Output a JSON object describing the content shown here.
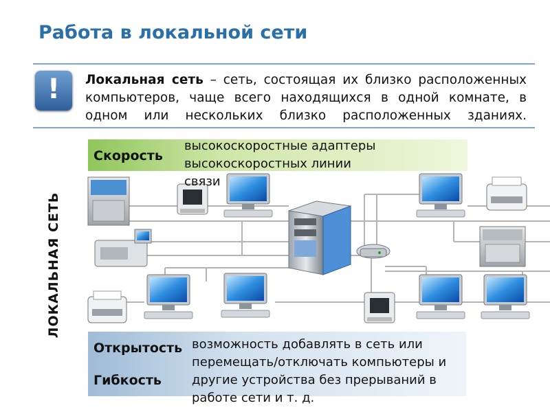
{
  "slide": {
    "title": "Работа в локальной сети",
    "info_icon_glyph": "!",
    "definition": {
      "term": "Локальная сеть",
      "text": " – сеть, состоящая их близко расположенных компьютеров, чаще всего находящихся в одной комнате, в одном или нескольких близко расположенных зданиях."
    },
    "vertical_label": "ЛОКАЛЬНАЯ СЕТЬ",
    "speed": {
      "label": "Скорость",
      "line1": "высокоскоростные адаптеры",
      "line2": "высокоскоростных линии",
      "line3": "связи"
    },
    "openness": {
      "label1": "Открытость",
      "label2": "Гибкость",
      "line1": "возможность добавлять в сеть или",
      "line2": "перемещать/отключать компьютеры и",
      "line3": "другие устройства без прерываний в",
      "line4": "работе сети и т. д."
    }
  },
  "colors": {
    "title": "#2a6fa8",
    "speed_band_start": "#8fc65a",
    "speed_band_end": "#eef7dc",
    "openness_band_start": "#9fbbd6",
    "openness_band_end": "#eef4fa",
    "cable": "#b4b4b4"
  },
  "icons": [
    "info-icon",
    "server-icon",
    "monitor-icon",
    "printer-icon",
    "lab-analyzer-icon",
    "scanner-icon",
    "network-switch-icon"
  ]
}
